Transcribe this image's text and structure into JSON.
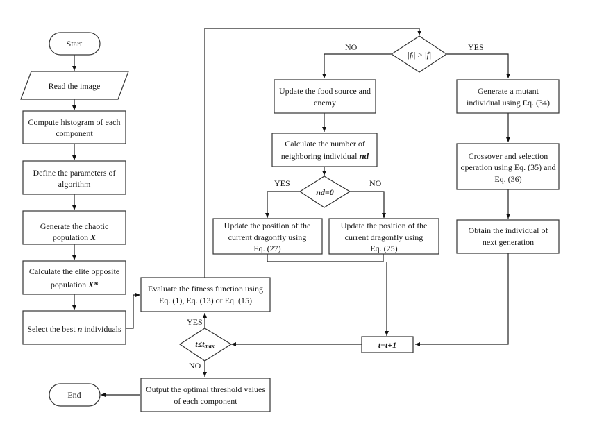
{
  "diagram": {
    "type": "flowchart",
    "nodes": {
      "start": {
        "shape": "terminator",
        "label": "Start"
      },
      "read_image": {
        "shape": "parallelogram",
        "label": "Read the image"
      },
      "compute_hist": {
        "shape": "process",
        "line1": "Compute histogram of each",
        "line2": "component"
      },
      "define_params": {
        "shape": "process",
        "line1": "Define the parameters of",
        "line2": "algorithm"
      },
      "gen_chaotic": {
        "shape": "process",
        "line1": "Generate the chaotic",
        "line2_text": "population ",
        "line2_var": "X"
      },
      "calc_elite": {
        "shape": "process",
        "line1": "Calculate the elite opposite",
        "line2_text": "population ",
        "line2_var": "X*"
      },
      "select_best": {
        "shape": "process",
        "text_a": "Select the best ",
        "var": "n",
        "text_b": " individuals"
      },
      "evaluate": {
        "shape": "process",
        "line1": "Evaluate the fitness function using",
        "line2": "Eq. (1), Eq. (13) or Eq. (15)"
      },
      "cond_fitness": {
        "shape": "decision",
        "label": "|f_i| > |f̄|",
        "lhs": "|fᵢ|",
        "op": ">",
        "rhs": "|f̄|"
      },
      "update_food": {
        "shape": "process",
        "line1": "Update the food source and",
        "line2": "enemy"
      },
      "calc_nd": {
        "shape": "process",
        "line1": "Calculate the number of",
        "line2_text": "neighboring individual ",
        "line2_var": "nd"
      },
      "cond_nd": {
        "shape": "decision",
        "label": "nd=0"
      },
      "update_pos_27": {
        "shape": "process",
        "line1": "Update the position of the",
        "line2": "current dragonfly using",
        "line3": "Eq. (27)"
      },
      "update_pos_25": {
        "shape": "process",
        "line1": "Update the position of the",
        "line2": "current dragonfly using",
        "line3": "Eq. (25)"
      },
      "gen_mutant": {
        "shape": "process",
        "line1": "Generate a mutant",
        "line2": "individual using Eq. (34)"
      },
      "crossover": {
        "shape": "process",
        "line1": "Crossover and selection",
        "line2": "operation using Eq. (35) and",
        "line3": "Eq. (36)"
      },
      "next_gen": {
        "shape": "process",
        "line1": "Obtain the individual of",
        "line2": "next generation"
      },
      "increment": {
        "shape": "process",
        "label": "t=t+1"
      },
      "cond_iter": {
        "shape": "decision",
        "var": "t",
        "op": "≤",
        "sub_var": "t",
        "sub": "max"
      },
      "output": {
        "shape": "process",
        "line1": "Output the optimal threshold values",
        "line2": "of each component"
      },
      "end": {
        "shape": "terminator",
        "label": "End"
      }
    },
    "edge_labels": {
      "fitness_no": "NO",
      "fitness_yes": "YES",
      "nd_yes": "YES",
      "nd_no": "NO",
      "iter_yes": "YES",
      "iter_no": "NO"
    },
    "edges": [
      [
        "start",
        "read_image"
      ],
      [
        "read_image",
        "compute_hist"
      ],
      [
        "compute_hist",
        "define_params"
      ],
      [
        "define_params",
        "gen_chaotic"
      ],
      [
        "gen_chaotic",
        "calc_elite"
      ],
      [
        "calc_elite",
        "select_best"
      ],
      [
        "select_best",
        "evaluate"
      ],
      [
        "evaluate",
        "cond_fitness"
      ],
      [
        "cond_fitness",
        "update_food",
        "NO"
      ],
      [
        "cond_fitness",
        "gen_mutant",
        "YES"
      ],
      [
        "update_food",
        "calc_nd"
      ],
      [
        "calc_nd",
        "cond_nd"
      ],
      [
        "cond_nd",
        "update_pos_27",
        "YES"
      ],
      [
        "cond_nd",
        "update_pos_25",
        "NO"
      ],
      [
        "update_pos_27",
        "increment"
      ],
      [
        "update_pos_25",
        "increment"
      ],
      [
        "gen_mutant",
        "crossover"
      ],
      [
        "crossover",
        "next_gen"
      ],
      [
        "next_gen",
        "increment"
      ],
      [
        "increment",
        "cond_iter"
      ],
      [
        "cond_iter",
        "evaluate",
        "YES"
      ],
      [
        "cond_iter",
        "output",
        "NO"
      ],
      [
        "output",
        "end"
      ]
    ]
  }
}
